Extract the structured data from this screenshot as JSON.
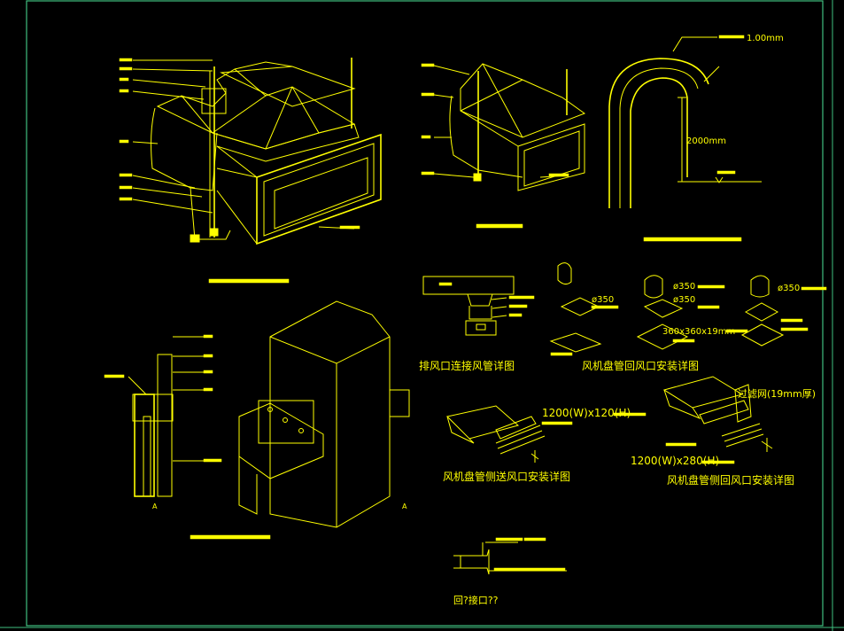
{
  "colors": {
    "background": "#000000",
    "lines": "#ffff00",
    "border": "#3fbf7f"
  },
  "drawing_captions": {
    "exhaust_connection": "排风口连接风管详图",
    "fcu_return_air": "风机盘管回风口安装详图",
    "fcu_side_supply": "风机盘管侧送风口安装详图",
    "fcu_side_return": "风机盘管侧回风口安装详图",
    "bottom_note": "回?接口??"
  },
  "dimensions": {
    "elbow_thickness": "1.00mm",
    "height": "2000mm",
    "d350_a": "ø350",
    "d350_b": "ø350",
    "d350_c": "ø350",
    "d350_d": "ø350",
    "grille_size": "360x360x19mm",
    "side_supply_size": "1200(W)x120(H)",
    "side_return_size": "1200(W)x280(H)",
    "filter_label": "过滤网(19mm厚)"
  },
  "markers": {
    "section_a1": "A",
    "section_a2": "A"
  }
}
